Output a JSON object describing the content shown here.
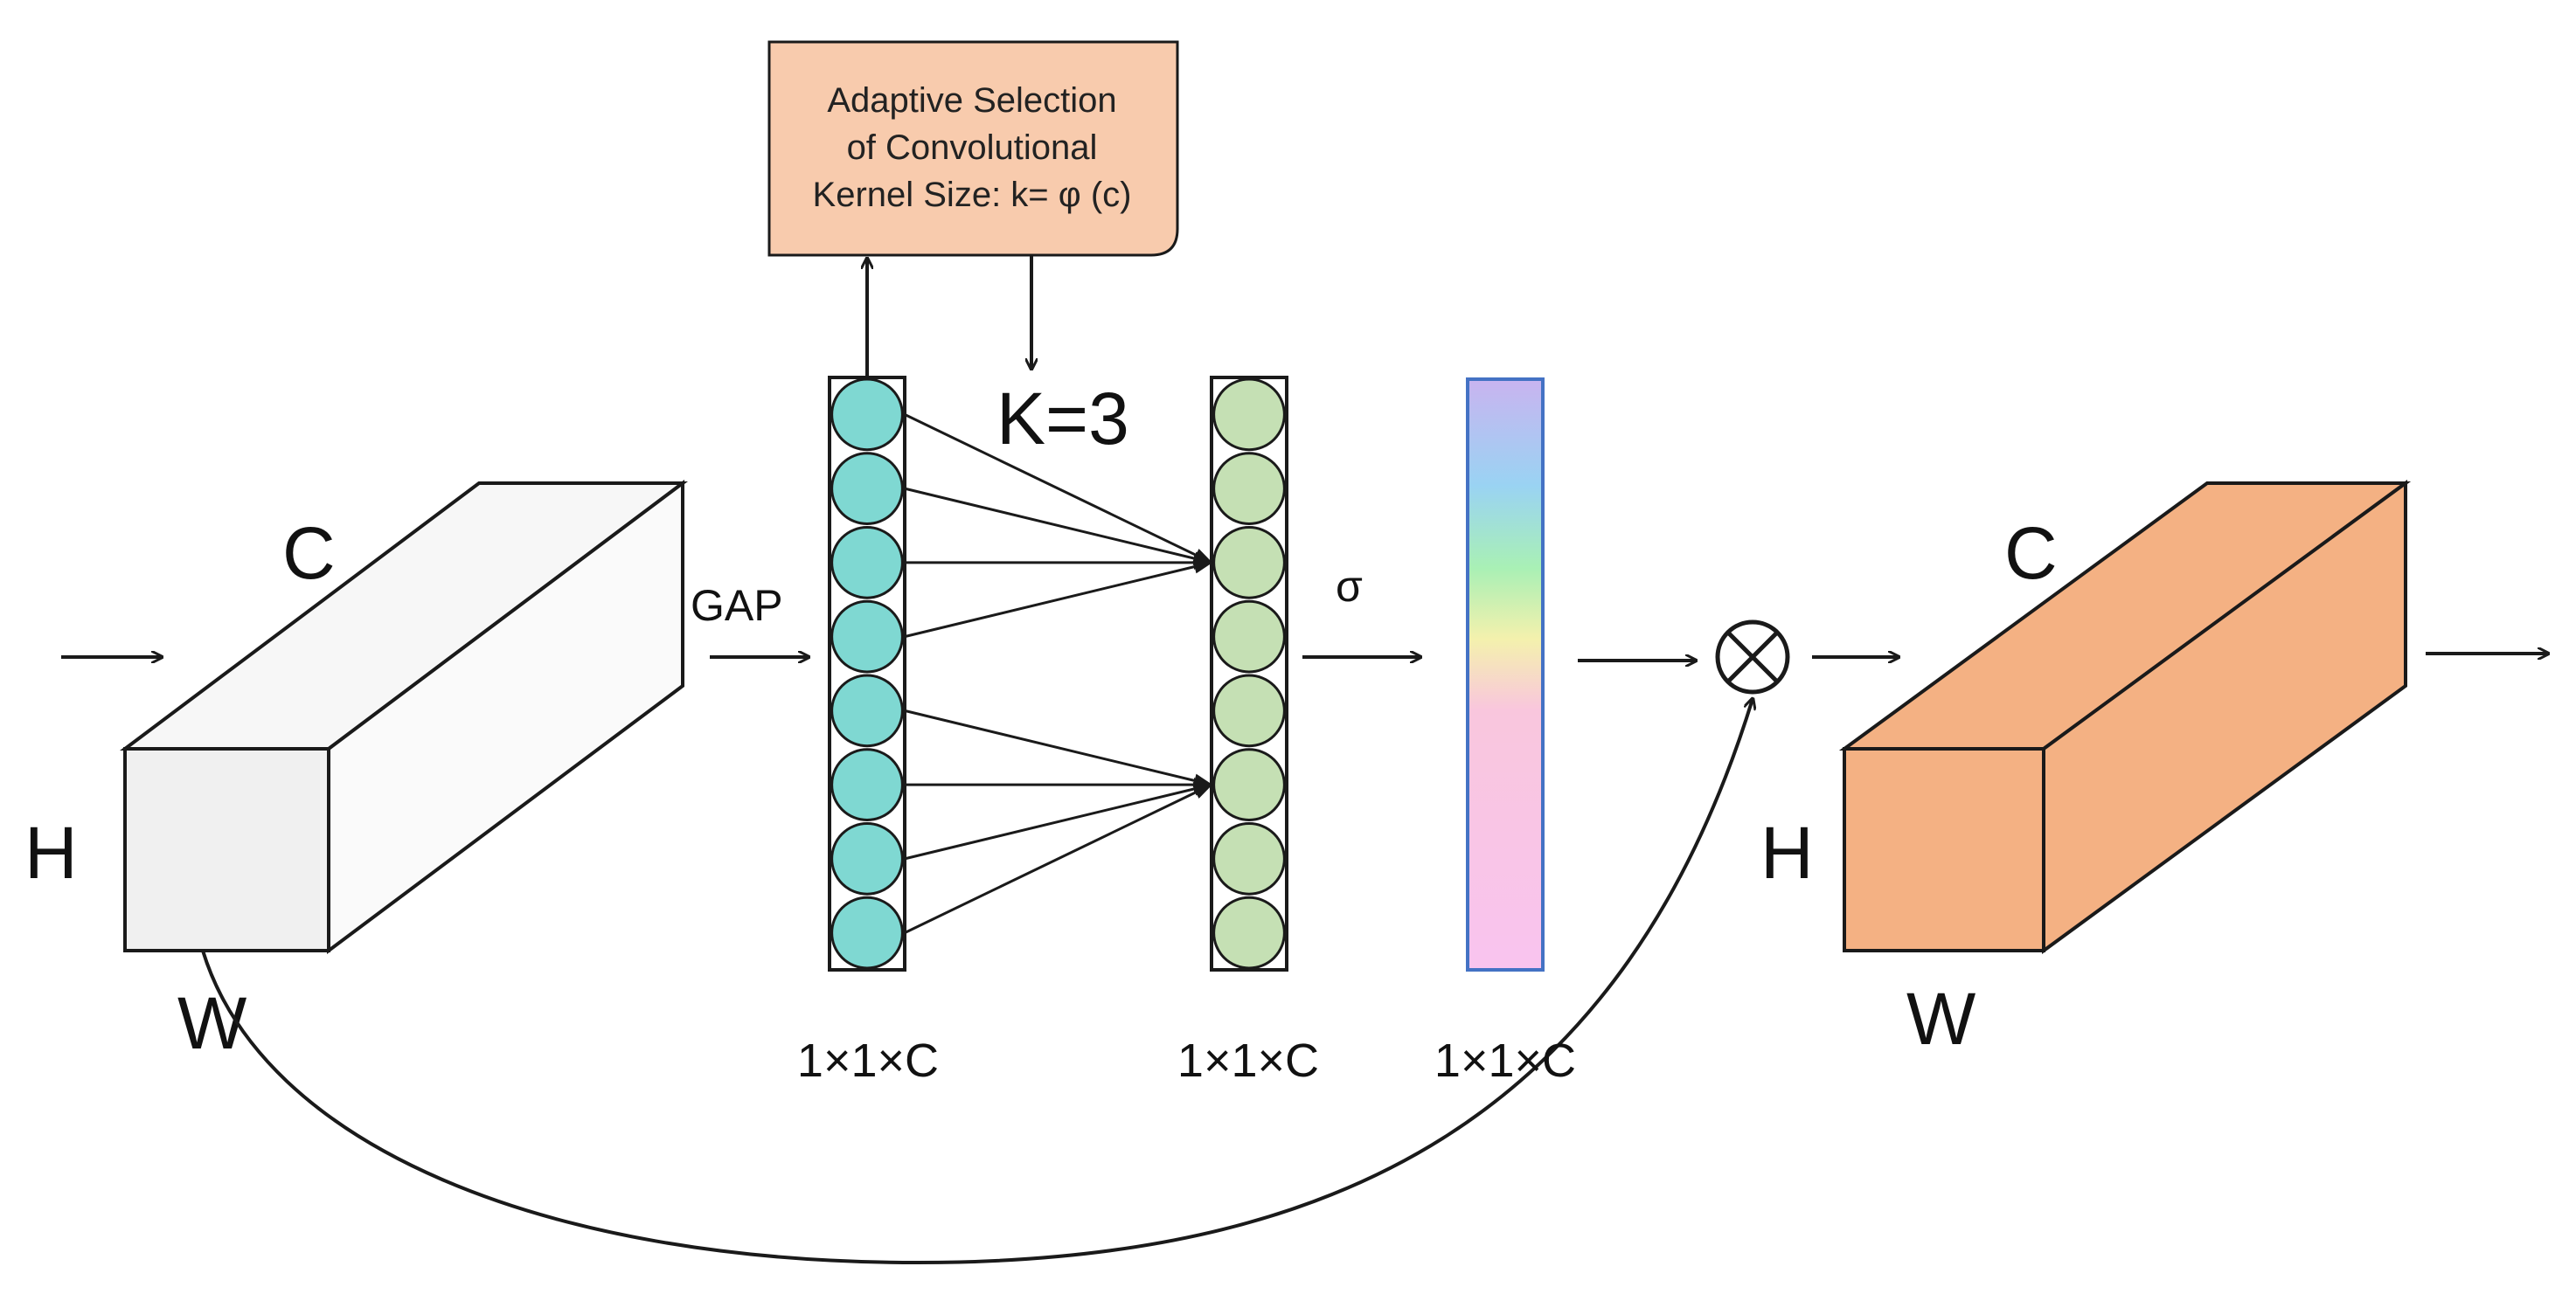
{
  "selector_box": {
    "lines": [
      "Adaptive Selection",
      "of Convolutional",
      "Kernel Size: k= φ (c)"
    ]
  },
  "kernel_label": "K=3",
  "gap_label": "GAP",
  "sigma_label": "σ",
  "multiply_symbol": "⊗",
  "input_tensor": {
    "c": "C",
    "h": "H",
    "w": "W"
  },
  "output_tensor": {
    "c": "C",
    "h": "H",
    "w": "W"
  },
  "vector_captions": [
    "1×1×C",
    "1×1×C",
    "1×1×C"
  ],
  "colors": {
    "input_front": "#f0f0f0",
    "input_top": "#f7f7f7",
    "input_side": "#fafafa",
    "output_front": "#f4b183",
    "output_top": "#f4b183",
    "output_side": "#f4b183",
    "selector_fill": "#f8cbad",
    "gap_circles": "#7fd8d2",
    "conv_circles": "#c5e0b4",
    "attention_bar_top": "#c9b4f0",
    "attention_bar_border": "#4472c4"
  }
}
